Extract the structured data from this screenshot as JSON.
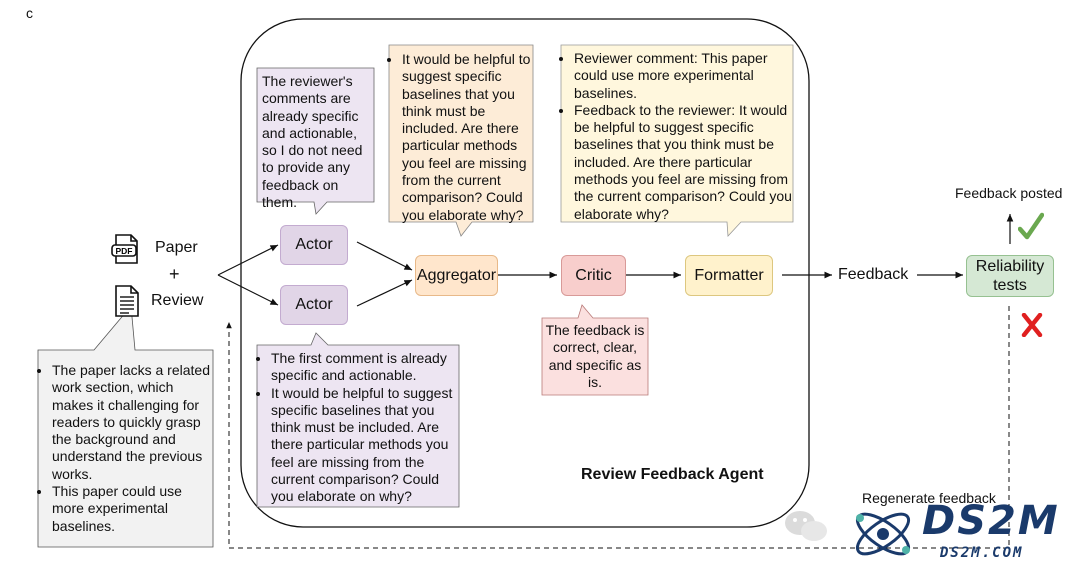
{
  "panel_label": "c",
  "agent_title": "Review Feedback Agent",
  "inputs": {
    "paper_label": "Paper",
    "plus": "+",
    "review_label": "Review",
    "pdf_icon_text": "PDF"
  },
  "nodes": {
    "actor_top": "Actor",
    "actor_bottom": "Actor",
    "aggregator": "Aggregator",
    "critic": "Critic",
    "formatter": "Formatter",
    "feedback": "Feedback",
    "reliability_line1": "Reliability",
    "reliability_line2": "tests"
  },
  "outcomes": {
    "posted": "Feedback posted",
    "regenerate": "Regenerate feedback"
  },
  "notes": {
    "review_bullets": [
      "The paper lacks a related work section, which makes it challenging for readers to quickly grasp the background and understand the previous works.",
      "This paper could use more experimental baselines."
    ],
    "actor_top_text": "The reviewer's comments are already specific and actionable, so I do not need to provide any feedback on them.",
    "actor_bottom_bullets": [
      "The first comment is already specific and actionable.",
      "It would be helpful to suggest specific baselines that you think must be included. Are there particular methods you feel are missing from the current comparison? Could you elaborate on why?"
    ],
    "aggregator_bullets": [
      "It would be helpful to suggest specific baselines that you think must be included. Are there particular methods you feel are missing from the current comparison? Could you elaborate why?"
    ],
    "critic_text": "The feedback is correct, clear, and specific as is.",
    "formatter_bullets": [
      "Reviewer comment: This paper could use more experimental baselines.",
      "Feedback to the reviewer: It would be helpful to suggest specific baselines that you think must be included. Are there particular methods you feel are missing from the current comparison? Could you elaborate why?"
    ]
  },
  "watermark": {
    "brand": "DS2M",
    "site": "DS2M.COM"
  },
  "colors": {
    "actor": "#e1d5e7",
    "aggregator": "#ffe6cc",
    "critic": "#f8cecc",
    "formatter": "#fff2cc",
    "reliability": "#d5e8d4",
    "check": "#6aa84f",
    "cross": "#e02020"
  }
}
